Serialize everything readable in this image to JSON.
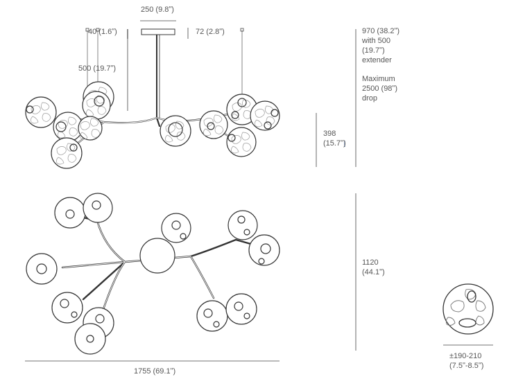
{
  "dimensions": {
    "canopy_width": "250 (9.8ʺ)",
    "canopy_offset": "40 (1.6ʺ)",
    "rod_offset": "72 (2.8ʺ)",
    "suspension_length": "500 (19.7ʺ)",
    "overall_height": [
      "970 (38.2ʺ)",
      "with 500",
      "(19.7ʺ)",
      "extender"
    ],
    "max_drop": [
      "Maximum",
      "2500 (98ʺ)",
      "drop"
    ],
    "body_height": [
      "398",
      "(15.7ʺ)"
    ],
    "depth": [
      "1120",
      "(44.1ʺ)"
    ],
    "width": "1755 (69.1ʺ)",
    "globe_diameter": [
      "±190-210",
      "(7.5ʺ-8.5ʺ)"
    ]
  },
  "colors": {
    "line": "#333333",
    "text": "#555555",
    "dimension_line": "#444444"
  }
}
